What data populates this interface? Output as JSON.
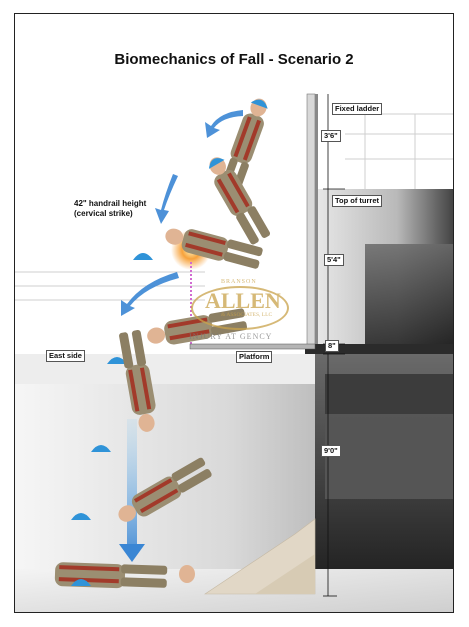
{
  "title": "Biomechanics of Fall - Scenario 2",
  "labels": {
    "fixed_ladder": "Fixed ladder",
    "top_of_turret": "Top of turret",
    "handrail_line1": "42\" handrail height",
    "handrail_line2": "(cervical strike)",
    "east_side": "East side",
    "platform": "Platform"
  },
  "dimensions": {
    "d1": "3'6\"",
    "d2": "5'4\"",
    "d3": "8\"",
    "d4": "9'0\""
  },
  "watermark": {
    "top": "BRANSON",
    "main": "ALLEN",
    "sub": "& ASSOCIATES, LLC",
    "bottom": "INJURY AT GENCY"
  },
  "colors": {
    "helmet": "#2f93d8",
    "suit": "#9b8e72",
    "harness": "#a23a2a",
    "arrow": "#3a86d4",
    "impact": "#f28a2a"
  }
}
